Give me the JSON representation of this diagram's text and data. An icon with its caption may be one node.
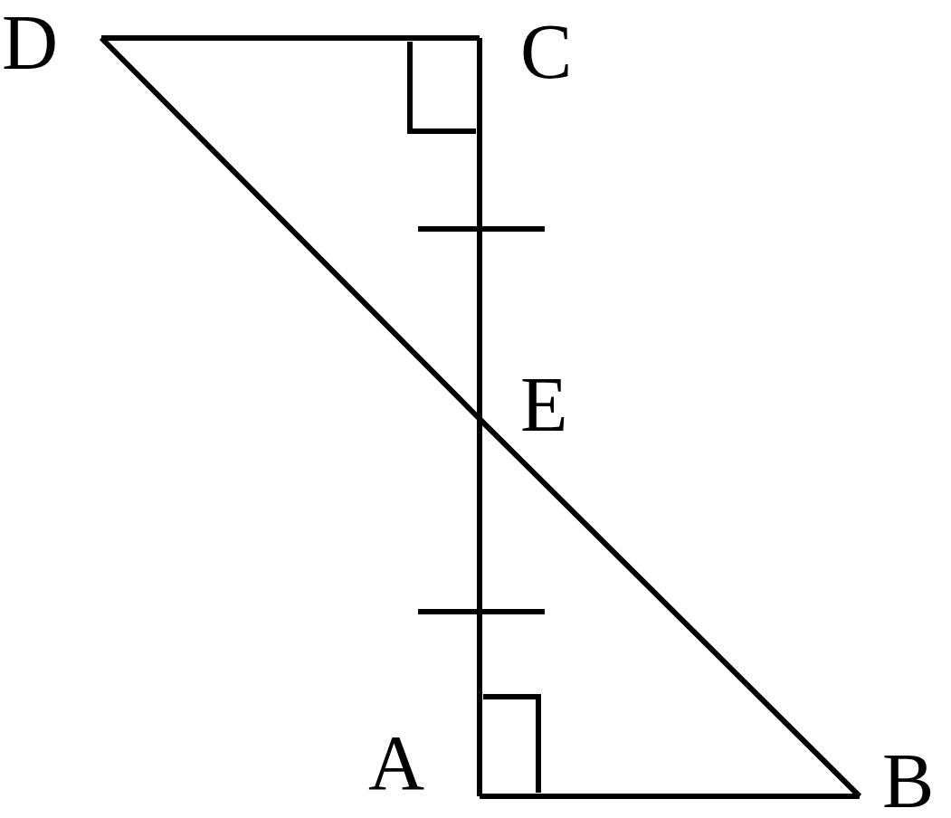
{
  "diagram": {
    "nodes": [
      {
        "text": [
          "D"
        ]
      },
      {
        "text": [
          "C"
        ]
      },
      {
        "text": [
          "E"
        ]
      },
      {
        "text": [
          "A"
        ]
      },
      {
        "text": [
          "B"
        ]
      }
    ],
    "edges": [
      {
        "from": 0,
        "to": 1,
        "arrow": "none"
      },
      {
        "from": 1,
        "to": 2,
        "arrow": "none"
      },
      {
        "from": 2,
        "to": 3,
        "arrow": "none"
      },
      {
        "from": 3,
        "to": 4,
        "arrow": "none"
      },
      {
        "from": 0,
        "to": 2,
        "arrow": "none"
      },
      {
        "from": 2,
        "to": 4,
        "arrow": "none"
      }
    ]
  }
}
